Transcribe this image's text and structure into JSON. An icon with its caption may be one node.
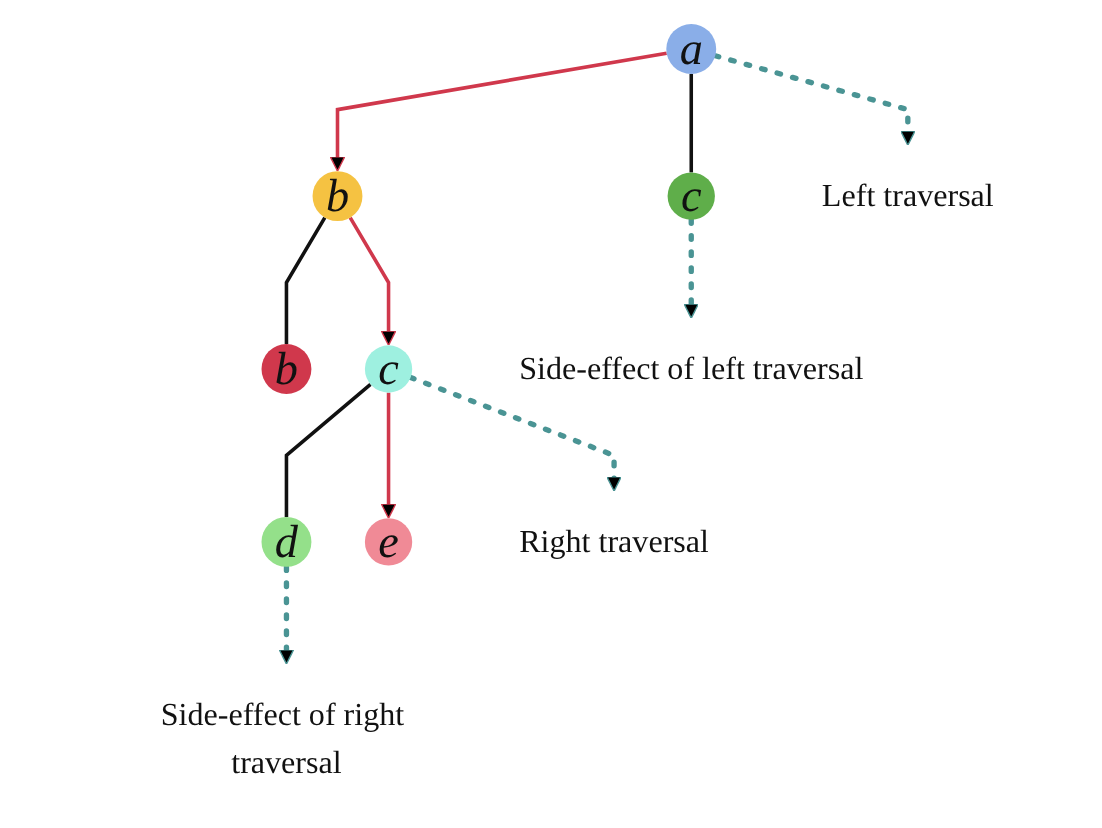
{
  "diagram": {
    "nodes": [
      {
        "text": [
          "a"
        ]
      },
      {
        "text": [
          "b"
        ]
      },
      {
        "text": [
          "c"
        ]
      },
      {
        "text": [
          "b"
        ]
      },
      {
        "text": [
          "c"
        ]
      },
      {
        "text": [
          "d"
        ]
      },
      {
        "text": [
          "e"
        ]
      },
      {
        "text": [
          "Left traversal"
        ]
      },
      {
        "text": [
          "Side-effect of left traversal"
        ]
      },
      {
        "text": [
          "Right traversal"
        ]
      },
      {
        "text": [
          "Side-effect of right traversal"
        ]
      }
    ],
    "edges": [
      {
        "from": 0,
        "to": 1,
        "arrow": "to",
        "color": "#d0384c"
      },
      {
        "from": 0,
        "to": 2,
        "arrow": "none",
        "color": "#111111"
      },
      {
        "from": 1,
        "to": 3,
        "arrow": "none",
        "color": "#111111"
      },
      {
        "from": 1,
        "to": 4,
        "arrow": "to",
        "color": "#d0384c"
      },
      {
        "from": 4,
        "to": 5,
        "arrow": "none",
        "color": "#111111"
      },
      {
        "from": 4,
        "to": 6,
        "arrow": "to",
        "color": "#d0384c"
      },
      {
        "from": 0,
        "to": 7,
        "arrow": "to",
        "style": "dashed",
        "color": "#4a9494"
      },
      {
        "from": 2,
        "to": 8,
        "arrow": "to",
        "style": "dashed",
        "color": "#4a9494"
      },
      {
        "from": 4,
        "to": 9,
        "arrow": "to",
        "style": "dashed",
        "color": "#4a9494"
      },
      {
        "from": 5,
        "to": 10,
        "arrow": "to",
        "style": "dashed",
        "color": "#4a9494"
      }
    ]
  }
}
